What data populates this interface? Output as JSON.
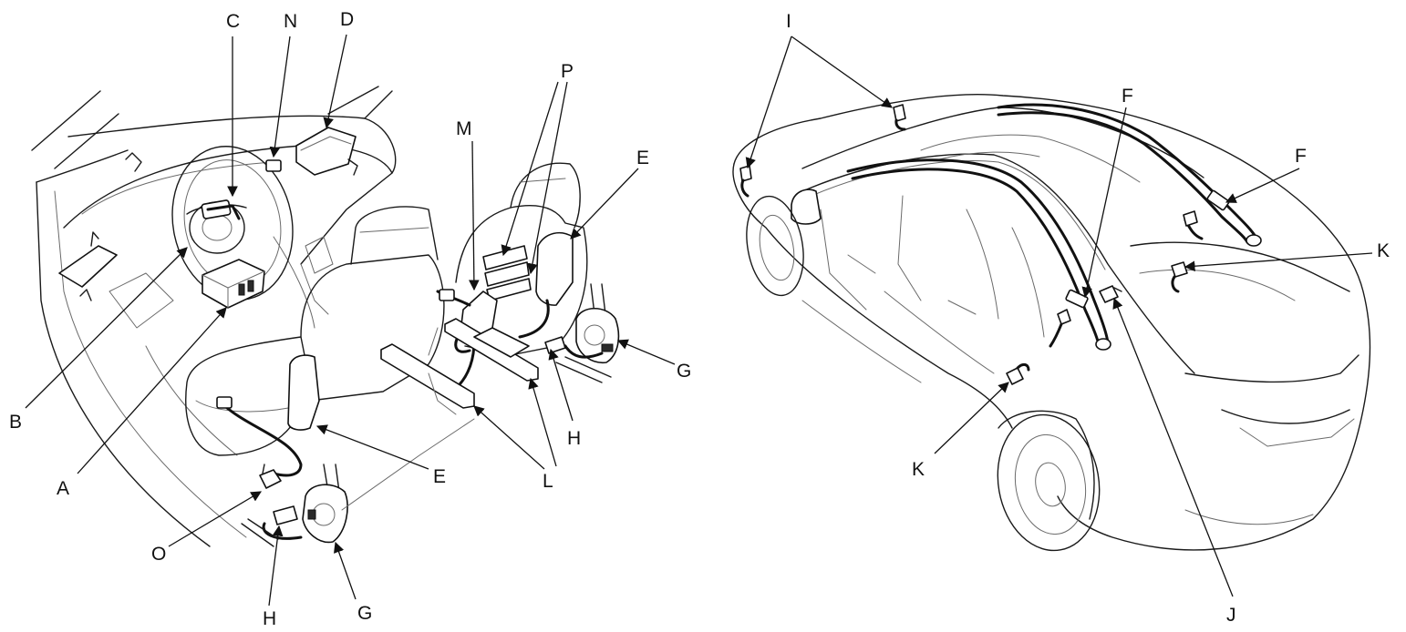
{
  "callouts": {
    "A": "A",
    "B": "B",
    "C": "C",
    "D": "D",
    "E1": "E",
    "E2": "E",
    "F1": "F",
    "F2": "F",
    "G1": "G",
    "G2": "G",
    "H1": "H",
    "H2": "H",
    "I": "I",
    "J": "J",
    "K1": "K",
    "K2": "K",
    "L": "L",
    "M": "M",
    "N": "N",
    "O": "O",
    "P": "P"
  },
  "colors": {
    "ink": "#111111",
    "background": "#ffffff",
    "outline": "#6a6a6a"
  }
}
